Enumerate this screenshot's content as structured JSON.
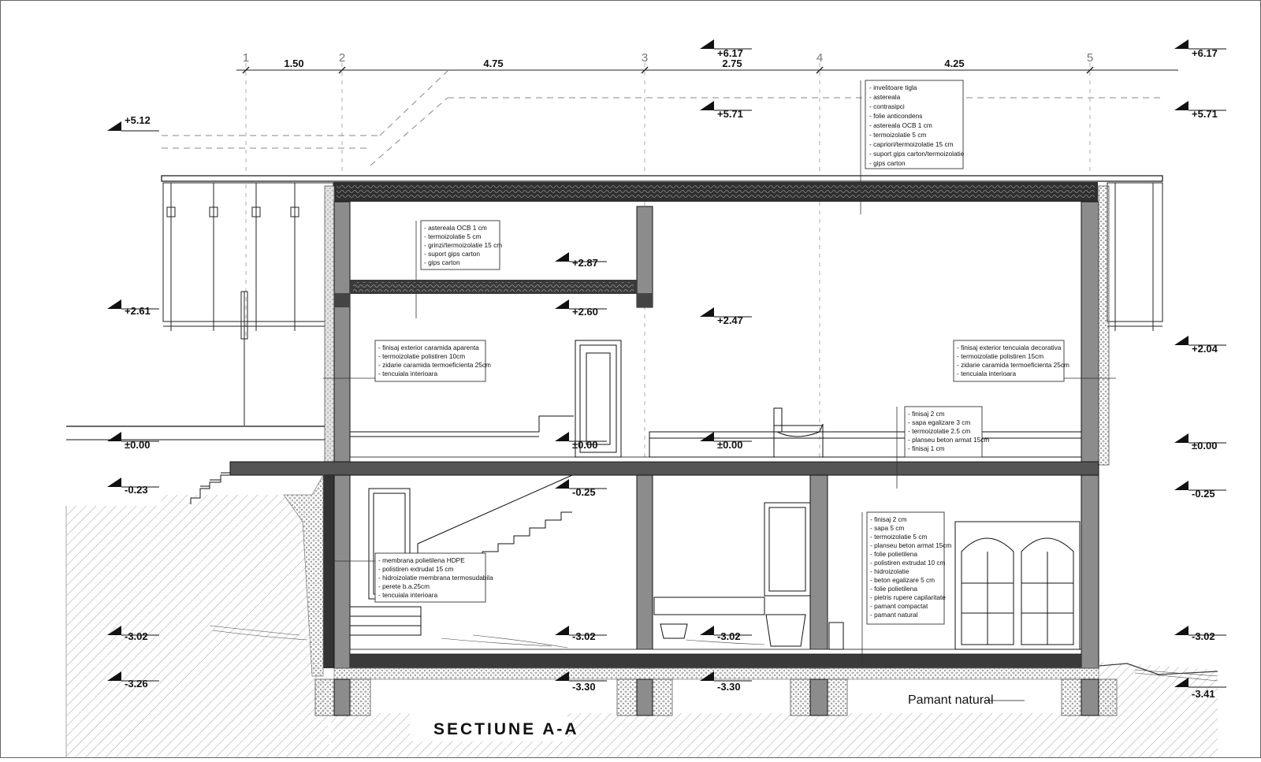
{
  "drawing": {
    "title": "SECTIUNE A-A",
    "ground_label": "Pamant natural",
    "grid_axes": [
      "1",
      "2",
      "3",
      "4",
      "5"
    ],
    "spans": [
      "1.50",
      "4.75",
      "2.75",
      "4.25"
    ],
    "levels": {
      "left": [
        "+5.12",
        "+2.61",
        "±0.00",
        "-0.23",
        "-3.02",
        "-3.26"
      ],
      "center": [
        "+6.17",
        "+5.71",
        "+2.87",
        "+2.60",
        "+2.47",
        "±0.00",
        "±0.00",
        "-0.25",
        "-3.02",
        "-3.02",
        "-3.30",
        "-3.30"
      ],
      "right": [
        "+6.17",
        "+5.71",
        "+2.04",
        "±0.00",
        "-0.25",
        "-3.02",
        "-3.41"
      ]
    },
    "notes": {
      "roof": [
        "- invelitoare tigla",
        "- astereala",
        "- contrasipci",
        "- folie anticondens",
        "- astereala OCB 1 cm",
        "- termoizolatie 5 cm",
        "- capriori/termoizolatie 15 cm",
        "- suport gips carton/termoizolatie",
        "- gips carton"
      ],
      "attic_floor": [
        "- astereala OCB 1 cm",
        "- termoizolatie 5 cm",
        "- grinzi/termoizolatie 15 cm",
        "- suport gips carton",
        "- gips carton"
      ],
      "wall_left": [
        "- finisaj exterior caramida aparenta",
        "- termoizolatie polistiren 10cm",
        "- zidarie caramida termoeficienta 25cm",
        "- tencuiala interioara"
      ],
      "wall_right": [
        "- finisaj exterior tencuiala decorativa",
        "- termoizolatie polistiren 15cm",
        "- zidarie caramida termoeficienta 25cm",
        "- tencuiala interioara"
      ],
      "ground_floor": [
        "- finisaj 2 cm",
        "- sapa egalizare 3 cm",
        "- termoizolatie 2.5 cm",
        "- planseu beton armat 15cm",
        "- finisaj 1 cm"
      ],
      "basement_wall": [
        "- membrana polietilena HDPE",
        "- polistiren extrudat 15 cm",
        "- hidroizolatie membrana termosudabila",
        "- perete b.a.25cm",
        "- tencuiala interioara"
      ],
      "basement_floor": [
        "- finisaj 2 cm",
        "- sapa 5 cm",
        "- termoizolatie 5 cm",
        "- planseu beton armat 15cm",
        "- folie polietilena",
        "- polistiren extrudat 10 cm",
        "- hidroizolatie",
        "- beton egalizare 5 cm",
        "- folie polietilena",
        "- pietris rupere capilaritate",
        "- pamant compactat",
        "- pamant natural"
      ]
    },
    "colors": {
      "line": "#111111",
      "concrete": "#8c8c8c",
      "slab": "#555555",
      "hatch": "#9a9a9a",
      "dashed": "#888888"
    }
  }
}
